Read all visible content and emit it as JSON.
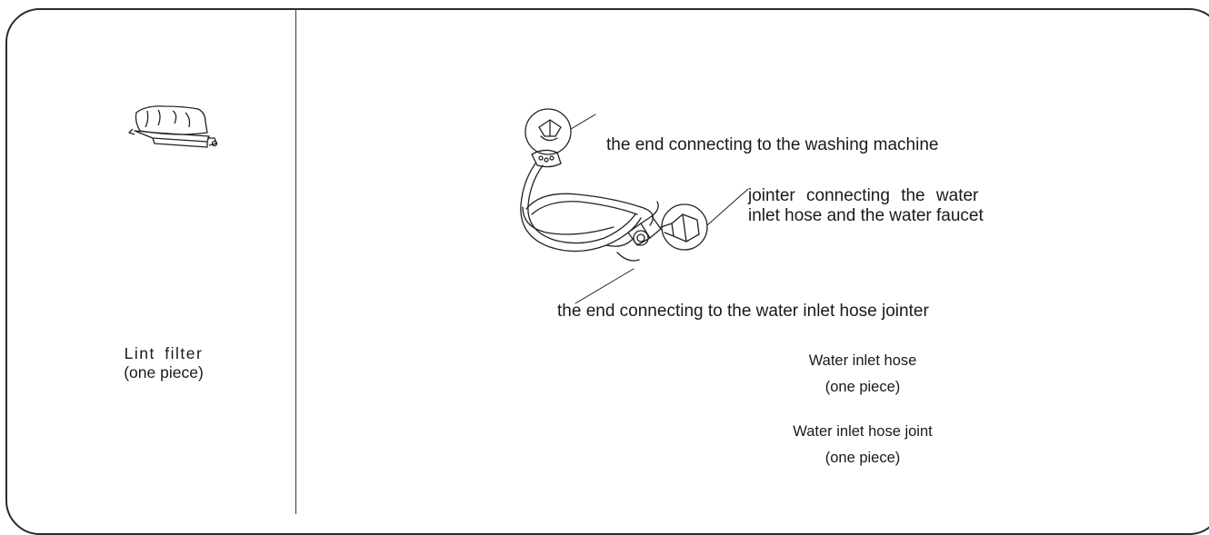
{
  "lint_filter": {
    "name": "Lint filter",
    "qty": "(one piece)"
  },
  "hose_diagram": {
    "callout_machine_end": "the end connecting to the washing machine",
    "callout_jointer_line1": "jointer connecting the water",
    "callout_jointer_line2": "inlet hose and the water faucet",
    "callout_hose_jointer_end": "the end connecting to the water inlet hose jointer"
  },
  "captions": {
    "hose_name": "Water inlet hose",
    "hose_qty": "(one piece)",
    "joint_name": "Water inlet hose joint",
    "joint_qty": "(one piece)"
  }
}
